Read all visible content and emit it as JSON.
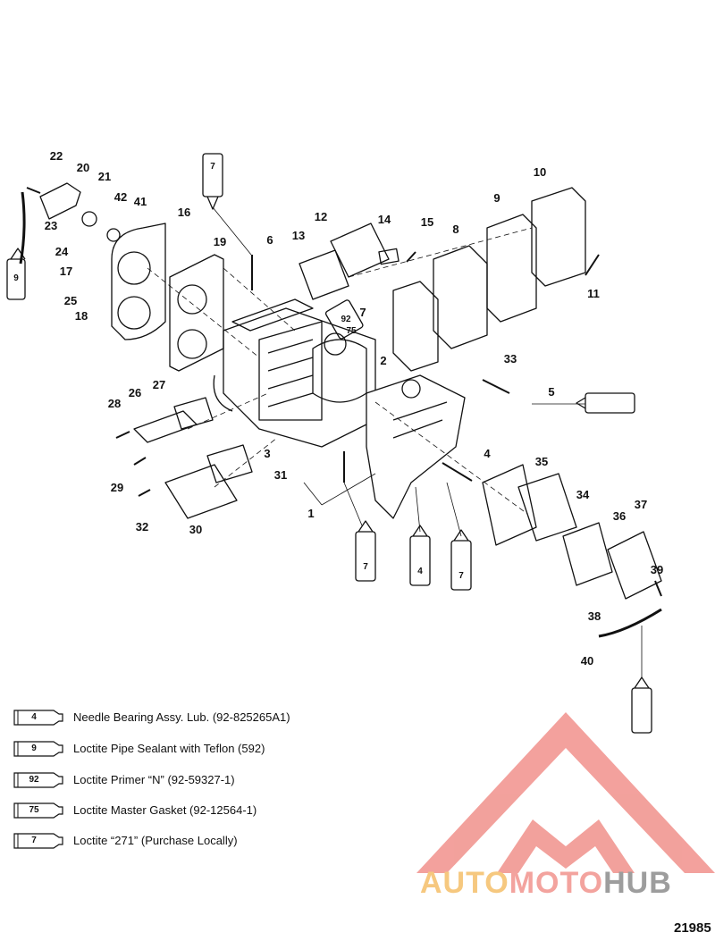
{
  "callouts": [
    "22",
    "20",
    "21",
    "42",
    "41",
    "16",
    "23",
    "24",
    "17",
    "25",
    "18",
    "19",
    "6",
    "12",
    "13",
    "14",
    "15",
    "8",
    "9",
    "10",
    "11",
    "7",
    "2",
    "92",
    "75",
    "33",
    "5",
    "28",
    "26",
    "27",
    "3",
    "29",
    "30",
    "31",
    "32",
    "1",
    "4",
    "35",
    "34",
    "36",
    "37",
    "39",
    "38",
    "40",
    "9",
    "4",
    "7",
    "7",
    "7"
  ],
  "legend": [
    {
      "code": "4",
      "text": "Needle Bearing Assy. Lub. (92-825265A1)"
    },
    {
      "code": "9",
      "text": "Loctite Pipe Sealant with Teflon (592)"
    },
    {
      "code": "92",
      "text": "Loctite Primer “N” (92-59327-1)"
    },
    {
      "code": "75",
      "text": "Loctite Master Gasket (92-12564-1)"
    },
    {
      "code": "7",
      "text": "Loctite “271” (Purchase Locally)"
    }
  ],
  "watermark": {
    "part1": "AUTO",
    "part2": "MOTO",
    "part3": "HUB"
  },
  "figure_number": "21985",
  "colors": {
    "line": "#111111",
    "watermark_red": "#f08a84",
    "watermark_orange": "#f6c87f",
    "watermark_gray": "#9d9d9d"
  }
}
